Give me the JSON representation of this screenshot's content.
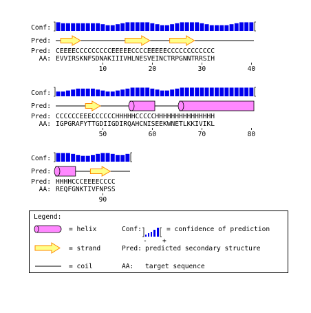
{
  "labels": {
    "conf": "Conf:",
    "pred": "Pred:",
    "predline": "Pred:",
    "aa": "AA:"
  },
  "blocks": [
    {
      "start": 1,
      "pred": "CEEEECCCCCCCCCEEEEECCCCEEEEECCCCCCCCCCCC",
      "aa": "EVVIRSKNFSDNAKIIIVHLNESVEINCTRPGNNTRRSIH",
      "conf": [
        9,
        8,
        8,
        8,
        8,
        8,
        8,
        8,
        8,
        7,
        6,
        6,
        7,
        8,
        9,
        9,
        9,
        9,
        9,
        8,
        7,
        6,
        6,
        7,
        8,
        9,
        9,
        9,
        9,
        8,
        7,
        6,
        6,
        6,
        6,
        7,
        8,
        9,
        9,
        9
      ],
      "ticks": [
        "10",
        "20",
        "30",
        "40"
      ]
    },
    {
      "start": 41,
      "pred": "CCCCCCEEECCCCCCHHHHHCCCCCHHHHHHHHHHHHHHH",
      "aa": "IGPGRAFYTTGDIIGDIRQAHCNISEEKWNETLKKIVIKL",
      "conf": [
        5,
        5,
        6,
        7,
        8,
        8,
        8,
        8,
        7,
        6,
        5,
        5,
        6,
        7,
        8,
        9,
        9,
        9,
        9,
        8,
        7,
        6,
        6,
        7,
        8,
        9,
        9,
        9,
        9,
        9,
        9,
        9,
        9,
        9,
        9,
        9,
        9,
        9,
        9,
        9
      ],
      "ticks": [
        "50",
        "60",
        "70",
        "80"
      ]
    },
    {
      "start": 81,
      "pred": "HHHHCCCEEEECCCC",
      "aa": "REQFGNKTIVFNPSS",
      "conf": [
        9,
        9,
        9,
        8,
        7,
        6,
        6,
        7,
        8,
        9,
        9,
        8,
        7,
        7,
        8
      ],
      "ticks": [
        "90"
      ]
    }
  ],
  "legend": {
    "title": "Legend:",
    "helix": "= helix",
    "strand": "= strand",
    "coil": "= coil",
    "conf_label": "Conf:",
    "conf_desc": "= confidence of prediction",
    "minus": "-",
    "plus": "+",
    "pred_label": "Pred:",
    "pred_desc": "predicted secondary structure",
    "aa_label": "AA:",
    "aa_desc": "target sequence"
  },
  "colors": {
    "conf": "#0000ee",
    "helix": "#ff88ff",
    "strand": "#ffff88",
    "strand_border": "#ff8800"
  }
}
